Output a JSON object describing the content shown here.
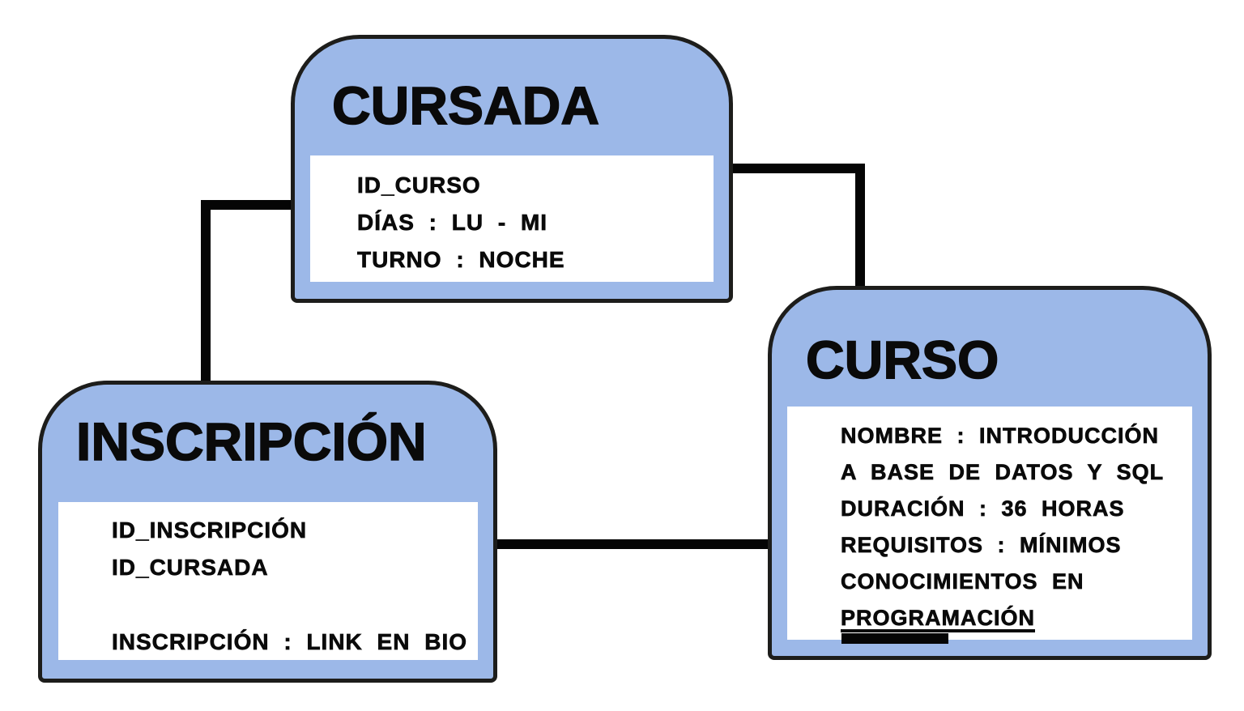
{
  "colors": {
    "background": "#ffffff",
    "box_fill": "#9cb8e8",
    "box_border": "#1d1d1b",
    "panel_fill": "#ffffff",
    "connector": "#050505",
    "text": "#0a0a0a"
  },
  "entities": {
    "cursada": {
      "title": "CURSADA",
      "fields": [
        "ID_CURSO",
        "DÍAS : LU - MI",
        "TURNO : NOCHE"
      ]
    },
    "inscripcion": {
      "title": "INSCRIPCIÓN",
      "fields": [
        "ID_INSCRIPCIÓN",
        "ID_CURSADA",
        "",
        "INSCRIPCIÓN : LINK EN BIO"
      ]
    },
    "curso": {
      "title": "CURSO",
      "lines": [
        "NOMBRE : INTRODUCCIÓN",
        "A BASE DE DATOS Y SQL",
        "DURACIÓN : 36 HORAS",
        "REQUISITOS : MÍNIMOS",
        "CONOCIMIENTOS EN",
        "PROGRAMACIÓN"
      ],
      "underlined_word": "PROGRAMACIÓN"
    }
  },
  "relationships": [
    {
      "from": "CURSADA",
      "to": "INSCRIPCIÓN"
    },
    {
      "from": "CURSADA",
      "to": "CURSO"
    },
    {
      "from": "INSCRIPCIÓN",
      "to": "CURSO"
    }
  ]
}
